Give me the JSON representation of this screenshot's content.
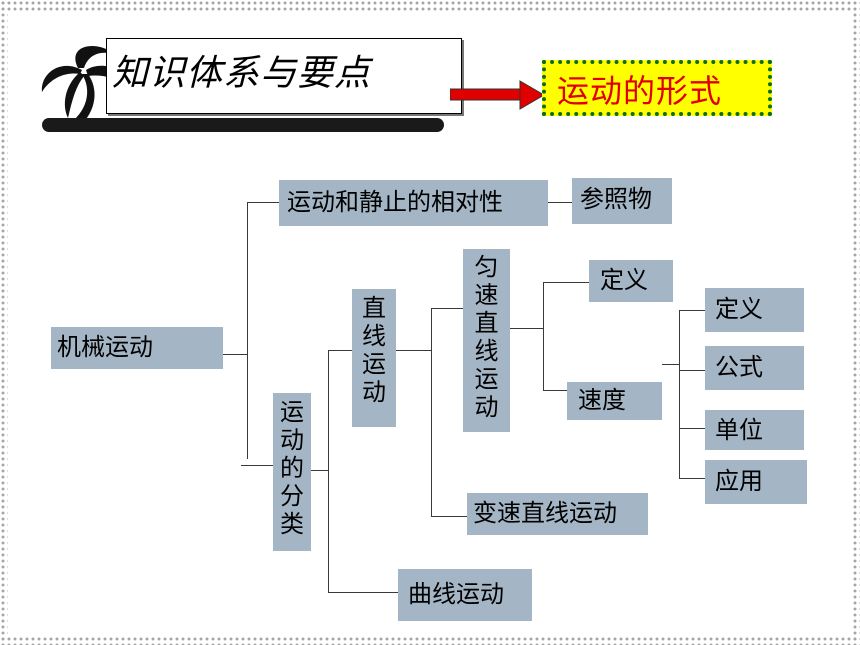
{
  "title": "知识体系与要点",
  "highlight": "运动的形式",
  "nodes": {
    "mechanical": "机械运动",
    "relativity": "运动和静止的相对性",
    "reference": "参照物",
    "classification": "运动的分类",
    "linear": "直线运动",
    "uniform_linear": "匀速直线运动",
    "definition1": "定义",
    "speed": "速度",
    "definition2": "定义",
    "formula": "公式",
    "unit": "单位",
    "application": "应用",
    "variable_linear": "变速直线运动",
    "curvilinear": "曲线运动"
  },
  "colors": {
    "node_fill": "#a4b5c5",
    "highlight_text": "#e00000",
    "highlight_bg": "#ffff00",
    "highlight_border": "#0a6d1a",
    "arrow": "#e00000"
  }
}
